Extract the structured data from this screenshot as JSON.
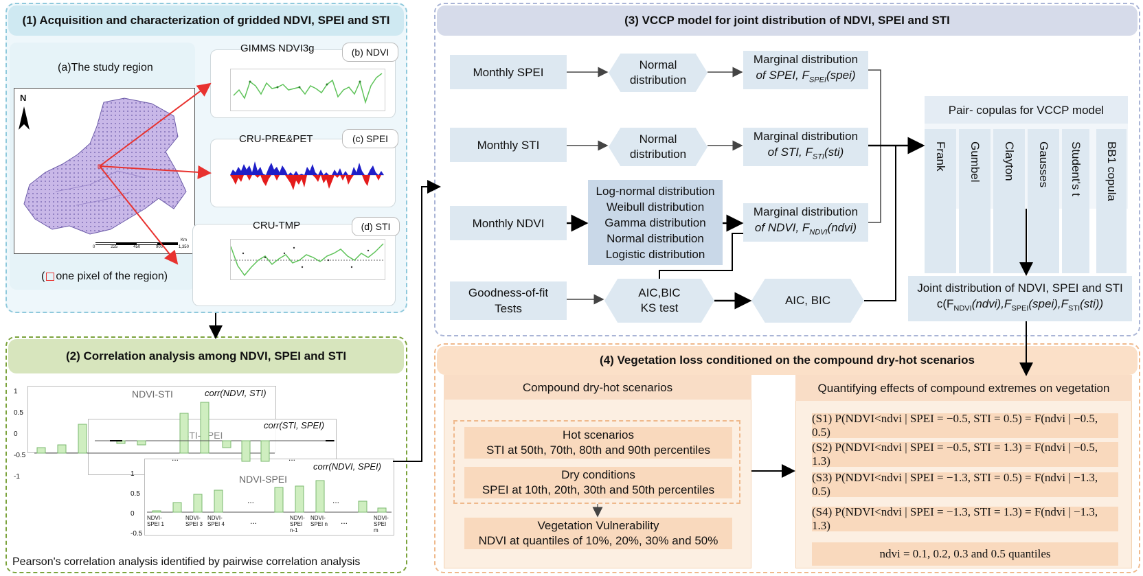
{
  "panel1": {
    "title": "(1) Acquisition and characterization of gridded NDVI, SPEI and STI",
    "study_region_label": "(a)The study region",
    "north": "N",
    "pixel_note_open": "(",
    "pixel_note": "one pixel of the region)",
    "scale_ticks": [
      "0",
      "225",
      "450",
      "900",
      "1,350"
    ],
    "scale_unit": "Km",
    "ndvi_source": "GIMMS NDVI3g",
    "ndvi_tab": "(b) NDVI",
    "spei_source": "CRU-PRE&PET",
    "spei_tab": "(c) SPEI",
    "sti_source": "CRU-TMP",
    "sti_tab": "(d) STI"
  },
  "panel2": {
    "title": "(2) Correlation analysis among NDVI, SPEI and STI",
    "card1_title": "NDVI-STI",
    "card1_corr": "corr(NDVI, STI)",
    "card2_title": "STI-SPEI",
    "card2_corr": "corr(STI, SPEI)",
    "card3_title": "NDVI-SPEI",
    "card3_corr": "corr(NDVI, SPEI)",
    "axis1": [
      "1",
      "0.5",
      "0",
      "-0.5",
      "-1"
    ],
    "axis3": [
      "1",
      "0.5",
      "0",
      "-0.5"
    ],
    "ellipsis": "...",
    "xlabels": [
      "NDVI-\nSPEI 1",
      "NDVI-\nSPEI 3",
      "NDVI-\nSPEI 4",
      "NDVI-\nSPEI\nn-1",
      "NDVI-\nSPEI n",
      "NDVI-\nSPEI\nm"
    ],
    "footer": "Pearson's correlation analysis identified by pairwise correlation analysis"
  },
  "panel3": {
    "title": "(3) VCCP model for joint distribution of NDVI, SPEI and STI",
    "monthly_spei": "Monthly SPEI",
    "monthly_sti": "Monthly STI",
    "monthly_ndvi": "Monthly NDVI",
    "gof": [
      "Goodness-of-fit",
      "Tests"
    ],
    "normal1": [
      "Normal",
      "distribution"
    ],
    "normal2": [
      "Normal",
      "distribution"
    ],
    "dists": [
      "Log-normal distribution",
      "Weibull distribution",
      "Gamma distribution",
      "Normal distribution",
      "Logistic distribution"
    ],
    "aicbic_ks": [
      "AIC,BIC",
      "KS test"
    ],
    "aicbic": "AIC, BIC",
    "marg_spei": [
      "Marginal distribution",
      "of SPEI, F",
      "SPEI",
      "(spei)"
    ],
    "marg_sti": [
      "Marginal distribution",
      "of STI, F",
      "STI",
      "(sti)"
    ],
    "marg_ndvi": [
      "Marginal distribution",
      "of NDVI, F",
      "NDVI",
      "(ndvi)"
    ],
    "copula_title": "Pair- copulas for VCCP model",
    "copulas": [
      "Frank",
      "Gumbel",
      "Clayton",
      "Gausses",
      "Student's t",
      "...",
      "BB1 copula"
    ],
    "joint": [
      "Joint distribution of NDVI, SPEI and STI",
      "c(F",
      "NDVI",
      "(ndvi),F",
      "SPEI",
      "(spei),F",
      "STI",
      "(sti))"
    ]
  },
  "panel4": {
    "title": "(4) Vegetation loss conditioned on the compound dry-hot scenarios",
    "left_title": "Compound dry-hot scenarios",
    "hot_title": "Hot scenarios",
    "hot_text": "STI at 50th, 70th, 80th and 90th percentiles",
    "dry_title": "Dry conditions",
    "dry_text": "SPEI at 10th, 20th, 30th and 50th percentiles",
    "veg_title": "Vegetation Vulnerability",
    "veg_text": "NDVI at quantiles of 10%, 20%, 30% and 50%",
    "right_title": "Quantifying effects of compound extremes on vegetation",
    "formulas": [
      "(S1) P(NDVI<ndvi | SPEI = −0.5, STI = 0.5) = F(ndvi | −0.5, 0.5)",
      "(S2) P(NDVI<ndvi | SPEI = −0.5, STI = 1.3) = F(ndvi | −0.5, 1.3)",
      "(S3) P(NDVI<ndvi | SPEI = −1.3, STI = 0.5) = F(ndvi | −1.3, 0.5)",
      "(S4) P(NDVI<ndvi | SPEI = −1.3, STI = 1.3) = F(ndvi | −1.3, 1.3)"
    ],
    "quantiles": "ndvi = 0.1, 0.2, 0.3 and 0.5 quantiles"
  },
  "colors": {
    "arrow_red": "#e8322f",
    "spei_blue": "#1f1fc8",
    "spei_red": "#e41b1b",
    "ndvi_green": "#5fc35a",
    "bar_green": "#cfeec0",
    "map_fill": "#c9b8e8"
  }
}
